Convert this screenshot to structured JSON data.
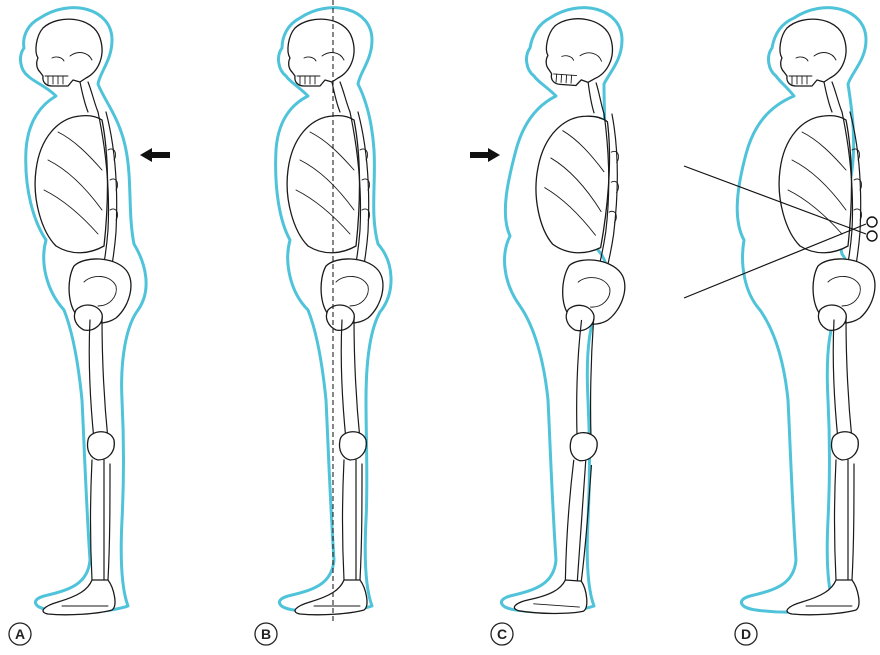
{
  "figure": {
    "panels": [
      {
        "id": "A",
        "label": "A",
        "posture": "kyphotic-swayback",
        "arrow": "left"
      },
      {
        "id": "B",
        "label": "B",
        "posture": "neutral",
        "plumb_line": true
      },
      {
        "id": "C",
        "label": "C",
        "posture": "lordotic",
        "arrow": "right"
      },
      {
        "id": "D",
        "label": "D",
        "posture": "flat-back",
        "scissor_lines": true
      }
    ],
    "colors": {
      "body_outline": "#4fc3d9",
      "skeleton": "#1a1a1a",
      "arrow": "#111111",
      "plumb_line": "#222222"
    }
  }
}
